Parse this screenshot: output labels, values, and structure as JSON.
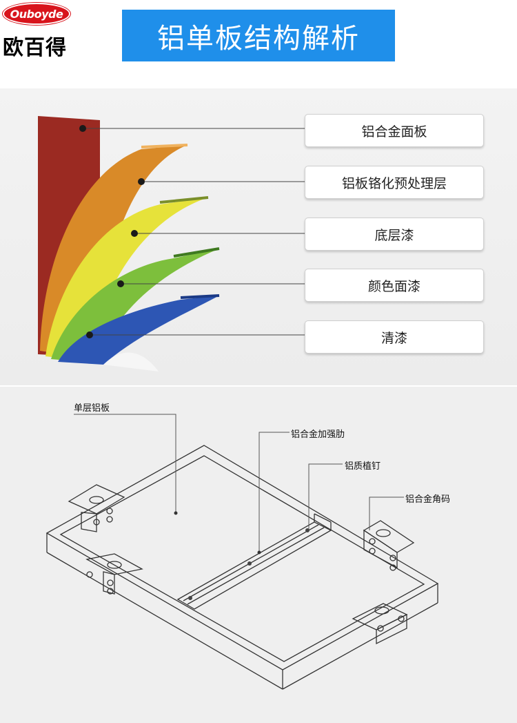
{
  "brand": {
    "logo_text": "Ouboyde",
    "name_cn": "欧百得"
  },
  "header": {
    "title": "铝单板结构解析"
  },
  "layers": [
    {
      "label": "铝合金面板",
      "color": "#9b2a22"
    },
    {
      "label": "铝板铬化预处理层",
      "color": "#d98a28"
    },
    {
      "label": "底层漆",
      "color": "#e6e23a"
    },
    {
      "label": "颜色面漆",
      "color": "#7dbf3c"
    },
    {
      "label": "清漆",
      "color": "#2d56b4"
    }
  ],
  "structure": {
    "labels": {
      "single_panel": "单层铝板",
      "rib": "铝合金加强肋",
      "stud": "铝质植钉",
      "corner": "铝合金角码"
    }
  }
}
